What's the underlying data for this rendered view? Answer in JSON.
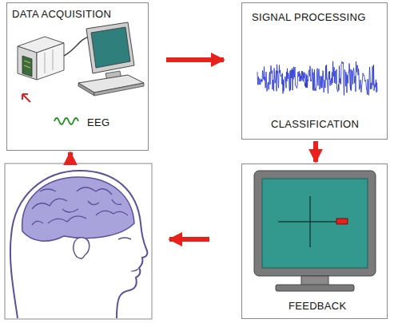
{
  "diagram": {
    "nodes": [
      {
        "text": [
          "DATA ACQUISITION",
          "EEG"
        ]
      },
      {
        "text": [
          "SIGNAL PROCESSING",
          "CLASSIFICATION"
        ]
      },
      {
        "text": [
          "FEEDBACK"
        ]
      }
    ],
    "edges": [
      {
        "from": 0,
        "to": 1,
        "arrow": "to"
      },
      {
        "from": 1,
        "to": 2,
        "arrow": "to"
      }
    ]
  }
}
